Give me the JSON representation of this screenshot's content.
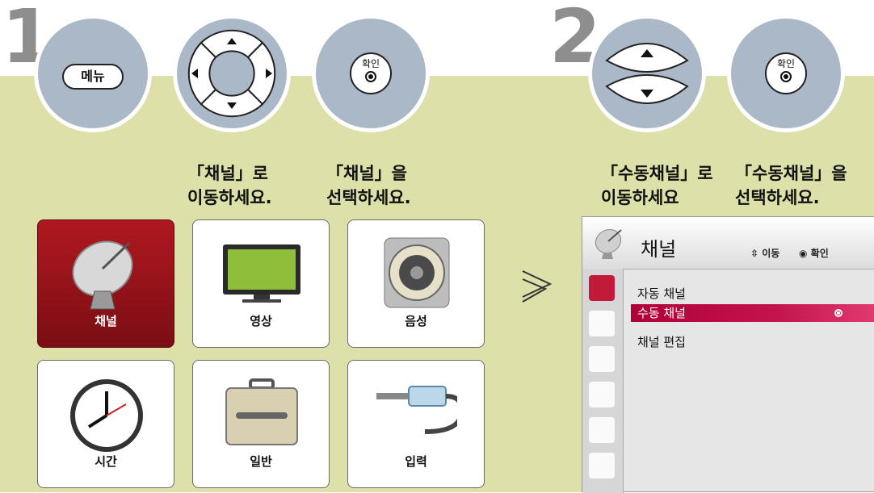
{
  "steps": {
    "one": {
      "number": "1"
    },
    "two": {
      "number": "2"
    }
  },
  "remote": {
    "menu_label": "메뉴",
    "ok_label": "확인"
  },
  "captions": {
    "c1_l1": "「채널」로",
    "c1_l2": "이동하세요.",
    "c2_l1": "「채널」을",
    "c2_l2": "선택하세요.",
    "c3_l1": "「수동채널」로",
    "c3_l2": "이동하세요",
    "c4_l1": "「수동채널」을",
    "c4_l2": "선택하세요."
  },
  "tiles": [
    {
      "label": "채널",
      "icon": "satellite-dish-icon",
      "selected": true
    },
    {
      "label": "영상",
      "icon": "tv-icon"
    },
    {
      "label": "음성",
      "icon": "speaker-icon"
    },
    {
      "label": "시간",
      "icon": "clock-icon"
    },
    {
      "label": "일반",
      "icon": "toolbox-icon"
    },
    {
      "label": "입력",
      "icon": "cable-plug-icon"
    }
  ],
  "panel": {
    "title": "채널",
    "hint_move": "이동",
    "hint_ok": "확인",
    "items": [
      {
        "label": "자동 채널"
      },
      {
        "label": "수동 채널",
        "selected": true
      },
      {
        "label": "채널 편집"
      }
    ]
  },
  "colors": {
    "band": "#dde0a8",
    "circle": "#aab8c8",
    "selected_tile": "#a01820",
    "menu_highlight": "#c3144d"
  }
}
